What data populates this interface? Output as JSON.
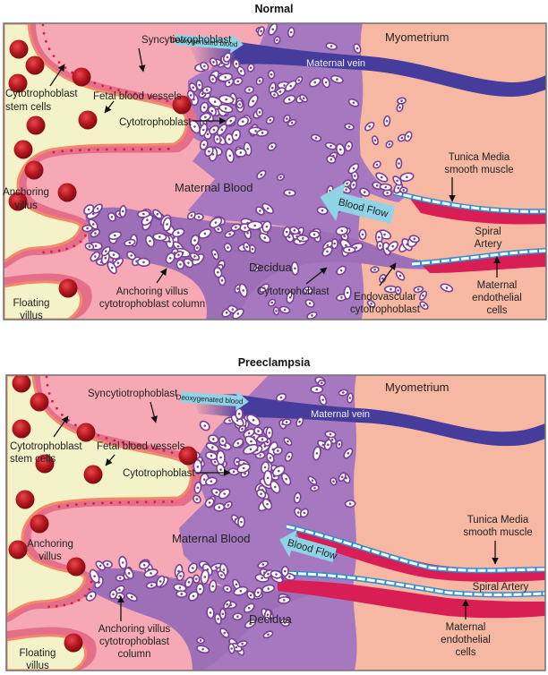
{
  "colors": {
    "maternal_blood": "#f6a9b4",
    "villus_core": "#f3f2c8",
    "syncytium": "#e56e8a",
    "syncytium_dot": "#d3213f",
    "cytotrophoblast_border": "#f28a6a",
    "decidua": "#a678bf",
    "cell_outline": "#7b3e98",
    "myometrium": "#f7b8a3",
    "vein": "#463c9c",
    "tunica_media": "#d81e55",
    "endothelium": "#2f8fd0",
    "fetal_vessel": "#b3151e",
    "flow_arrow": "#8fd3e6",
    "panel_border": "#707070"
  },
  "panels": [
    {
      "id": "normal",
      "title": "Normal",
      "labels": {
        "syncytiotrophoblast": "Syncytiotrophoblast",
        "deoxygenated_blood": "Deoxygenated blood",
        "myometrium": "Myometrium",
        "maternal_vein": "Maternal vein",
        "cytotrophoblast_stem_cells_1": "Cytotrophoblast",
        "cytotrophoblast_stem_cells_2": "stem cells",
        "fetal_blood_vessels": "Fetal blood vessels",
        "cytotrophoblast_villus": "Cytotrophoblast",
        "anchoring_villus_1": "Anchoring",
        "anchoring_villus_2": "villus",
        "maternal_blood": "Maternal Blood",
        "tunica_media_1": "Tunica Media",
        "tunica_media_2": "smooth muscle",
        "blood_flow": "Blood Flow",
        "spiral_artery_1": "Spiral",
        "spiral_artery_2": "Artery",
        "floating_villus_1": "Floating",
        "floating_villus_2": "villus",
        "anchoring_column_1": "Anchoring villus",
        "anchoring_column_2": "cytotrophoblast column",
        "decidua": "Decidua",
        "cytotrophoblast_decidua": "Cytotrophoblast",
        "endovascular_1": "Endovascular",
        "endovascular_2": "cytotrophoblast",
        "maternal_endothelial_1": "Maternal",
        "maternal_endothelial_2": "endothelial",
        "maternal_endothelial_3": "cells"
      }
    },
    {
      "id": "preeclampsia",
      "title": "Preeclampsia",
      "labels": {
        "syncytiotrophoblast": "Syncytiotrophoblast",
        "deoxygenated_blood": "Deoxygenated blood",
        "myometrium": "Myometrium",
        "maternal_vein": "Maternal vein",
        "cytotrophoblast_stem_cells_1": "Cytotrophoblast",
        "cytotrophoblast_stem_cells_2": "stem cells",
        "fetal_blood_vessels": "Fetal blood vessels",
        "cytotrophoblast_villus": "Cytotrophoblast",
        "anchoring_villus_1": "Anchoring",
        "anchoring_villus_2": "villus",
        "maternal_blood": "Maternal Blood",
        "tunica_media_1": "Tunica Media",
        "tunica_media_2": "smooth muscle",
        "blood_flow": "Blood Flow",
        "spiral_artery": "Spiral Artery",
        "floating_villus_1": "Floating",
        "floating_villus_2": "villus",
        "anchoring_column_1": "Anchoring villus",
        "anchoring_column_2": "cytotrophoblast",
        "anchoring_column_3": "column",
        "decidua": "Decidua",
        "maternal_endothelial_1": "Maternal",
        "maternal_endothelial_2": "endothelial",
        "maternal_endothelial_3": "cells"
      }
    }
  ]
}
